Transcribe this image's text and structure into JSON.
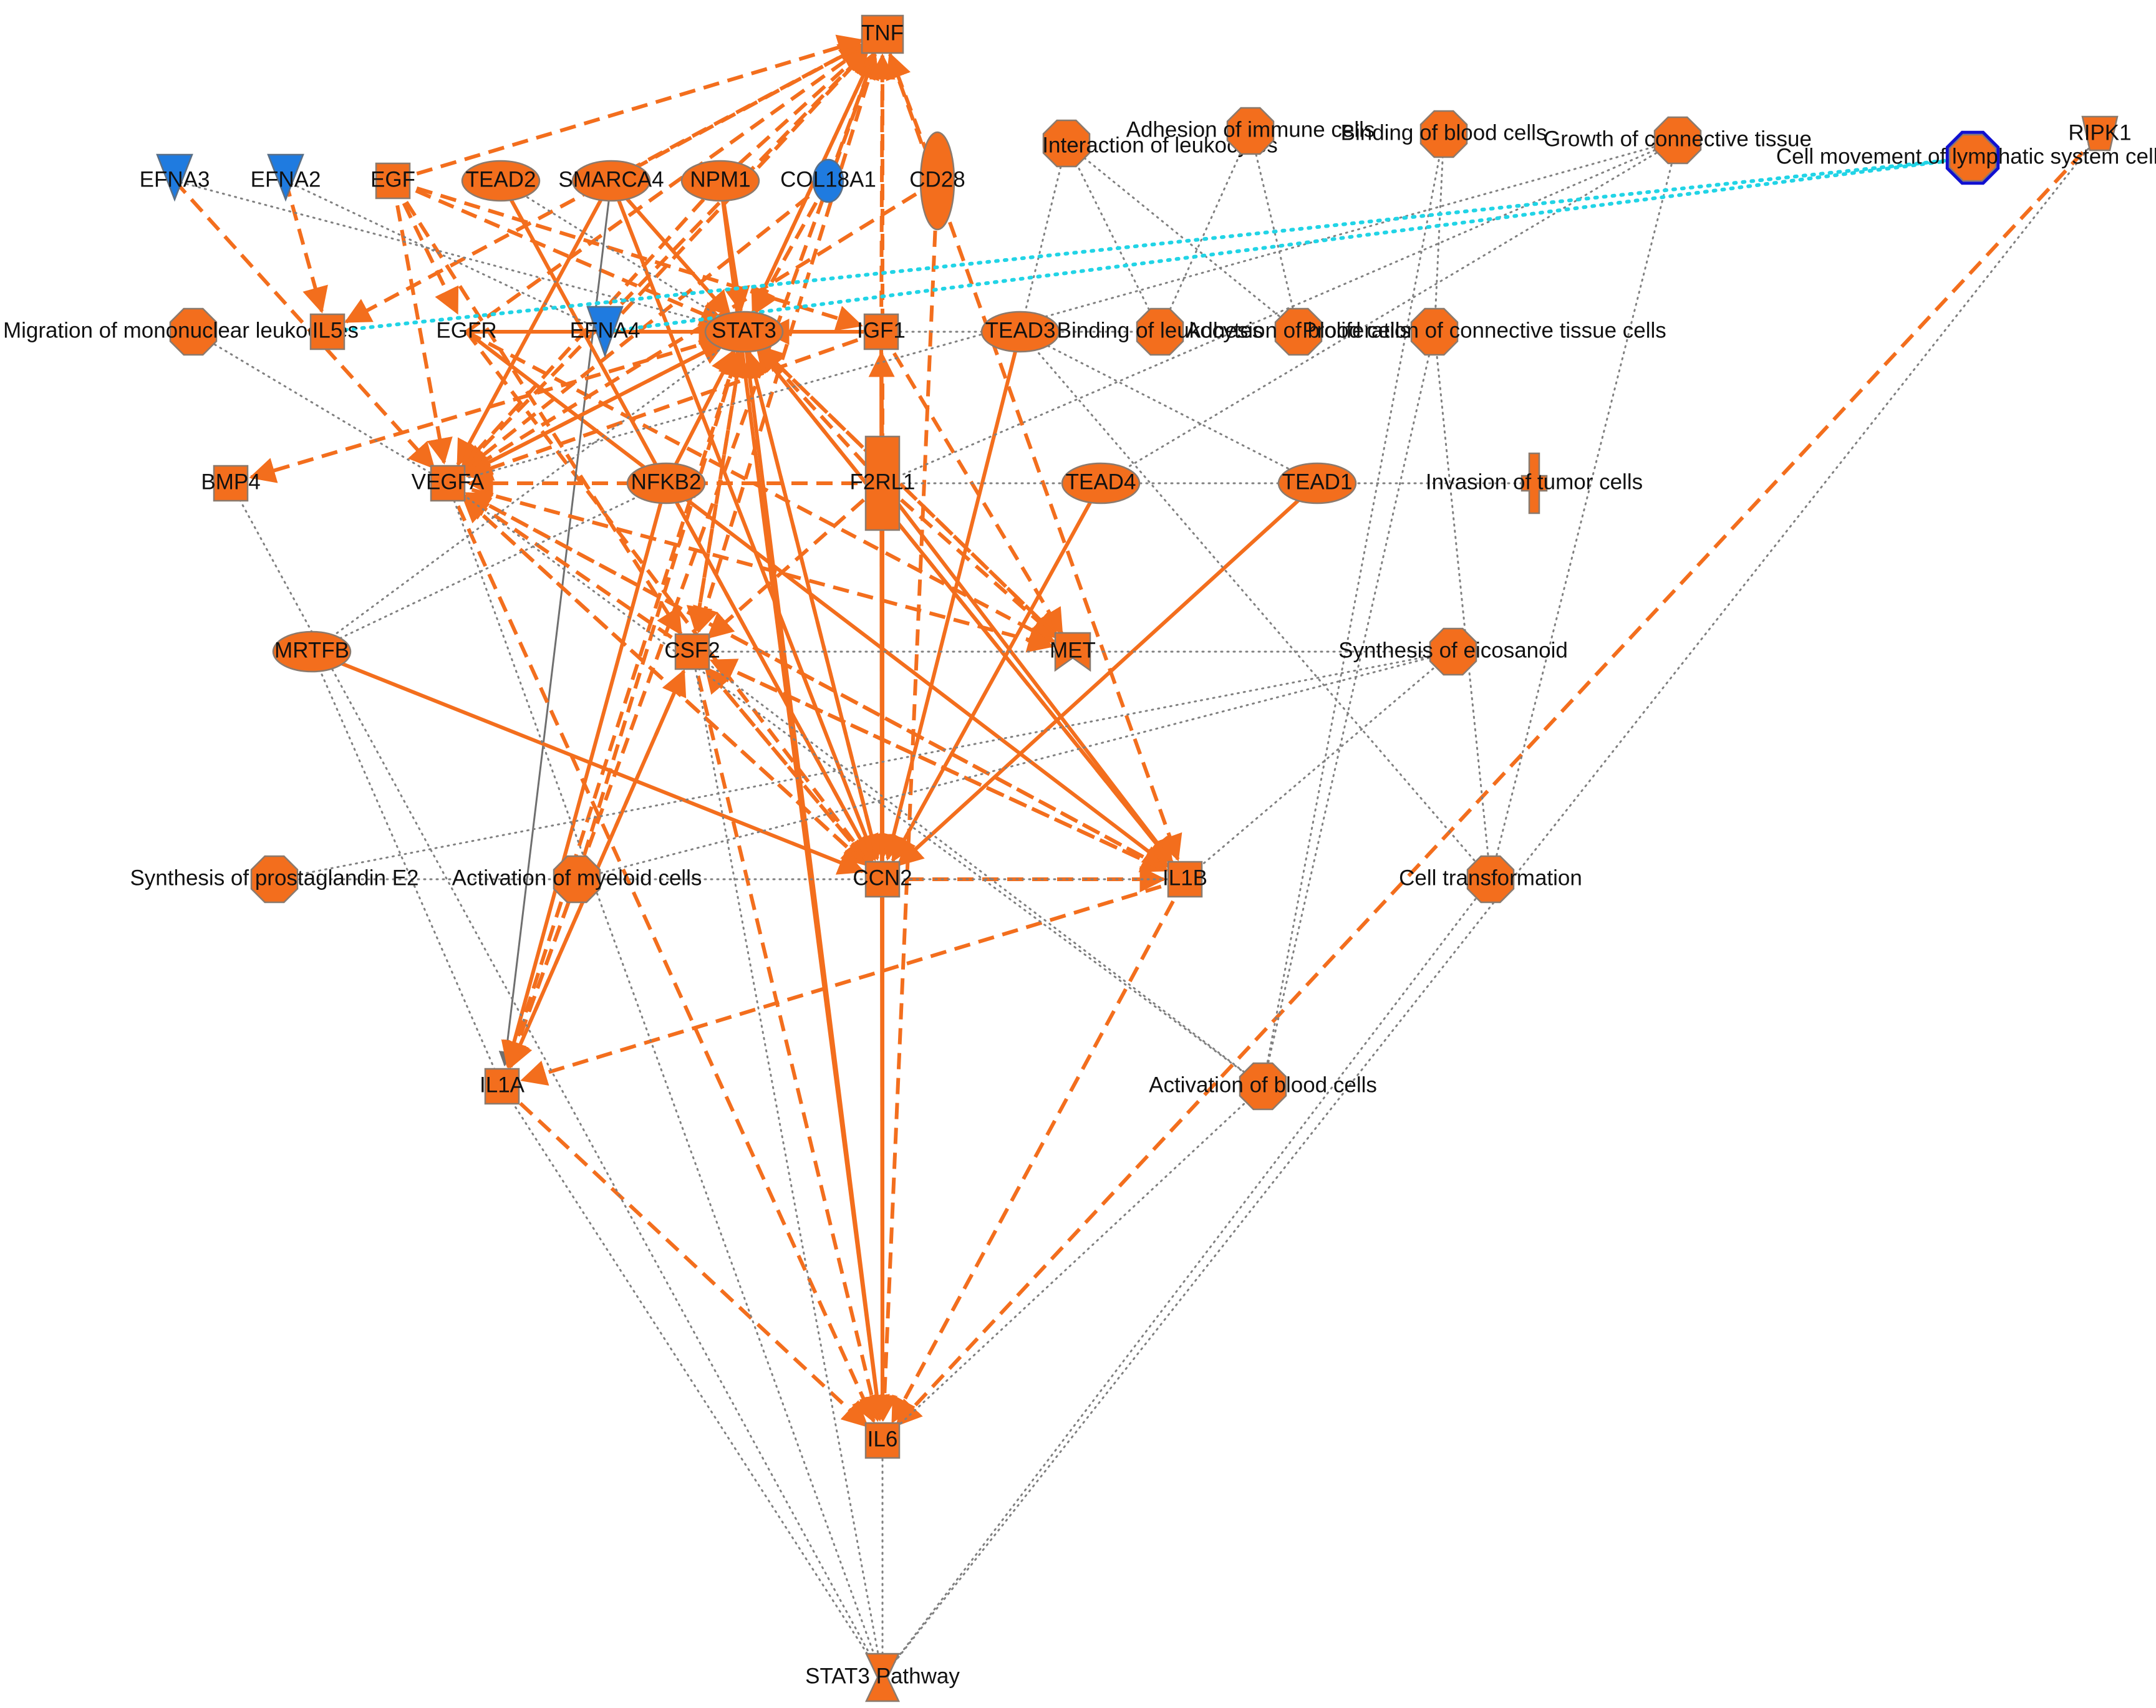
{
  "colors": {
    "node_up": "#F36E1D",
    "node_down": "#1F7BE0",
    "edge_activation": "#F36E1D",
    "edge_unknown": "#808080",
    "edge_predicted": "#21D4E6",
    "selected_outline": "#1010D0"
  },
  "nodes": [
    {
      "id": "TNF",
      "label": "TNF",
      "shape": "rectangle"
    },
    {
      "id": "EFNA3",
      "label": "EFNA3",
      "shape": "triangle-down"
    },
    {
      "id": "EFNA2",
      "label": "EFNA2",
      "shape": "triangle-down"
    },
    {
      "id": "EGF",
      "label": "EGF",
      "shape": "square"
    },
    {
      "id": "TEAD2",
      "label": "TEAD2",
      "shape": "ellipse"
    },
    {
      "id": "SMARCA4",
      "label": "SMARCA4",
      "shape": "ellipse"
    },
    {
      "id": "NPM1",
      "label": "NPM1",
      "shape": "ellipse"
    },
    {
      "id": "COL18A1",
      "label": "COL18A1",
      "shape": "circle-blue"
    },
    {
      "id": "CD28",
      "label": "CD28",
      "shape": "ellipse-tall"
    },
    {
      "id": "InteractionLeukocytes",
      "label": "Interaction of leukocytes",
      "shape": "octagon"
    },
    {
      "id": "AdhesionImmune",
      "label": "Adhesion of immune cells",
      "shape": "octagon"
    },
    {
      "id": "BindingBlood",
      "label": "Binding of blood cells",
      "shape": "octagon"
    },
    {
      "id": "GrowthConnective",
      "label": "Growth of connective tissue",
      "shape": "octagon"
    },
    {
      "id": "CellMovementLymph",
      "label": "Cell movement of lymphatic system cells",
      "shape": "octagon-selected"
    },
    {
      "id": "RIPK1",
      "label": "RIPK1",
      "shape": "trapezoid"
    },
    {
      "id": "MigrationMononuclear",
      "label": "Migration of mononuclear leukocytes",
      "shape": "octagon"
    },
    {
      "id": "IL5",
      "label": "IL5",
      "shape": "square"
    },
    {
      "id": "EGFR",
      "label": "EGFR",
      "shape": "none"
    },
    {
      "id": "EFNA4",
      "label": "EFNA4",
      "shape": "triangle-down"
    },
    {
      "id": "STAT3",
      "label": "STAT3",
      "shape": "ellipse"
    },
    {
      "id": "IGF1",
      "label": "IGF1",
      "shape": "square"
    },
    {
      "id": "TEAD3",
      "label": "TEAD3",
      "shape": "ellipse"
    },
    {
      "id": "BindingLeukocytes",
      "label": "Binding of leukocytes",
      "shape": "octagon"
    },
    {
      "id": "AdhesionBlood",
      "label": "Adhesion of blood cells",
      "shape": "octagon"
    },
    {
      "id": "ProlifConnective",
      "label": "Proliferation of connective tissue cells",
      "shape": "octagon"
    },
    {
      "id": "BMP4",
      "label": "BMP4",
      "shape": "square"
    },
    {
      "id": "VEGFA",
      "label": "VEGFA",
      "shape": "square"
    },
    {
      "id": "NFKB2",
      "label": "NFKB2",
      "shape": "ellipse"
    },
    {
      "id": "F2RL1",
      "label": "F2RL1",
      "shape": "tall-rect"
    },
    {
      "id": "TEAD4",
      "label": "TEAD4",
      "shape": "ellipse"
    },
    {
      "id": "TEAD1",
      "label": "TEAD1",
      "shape": "ellipse"
    },
    {
      "id": "InvasionTumor",
      "label": "Invasion of tumor cells",
      "shape": "cross"
    },
    {
      "id": "MRTFB",
      "label": "MRTFB",
      "shape": "ellipse"
    },
    {
      "id": "CSF2",
      "label": "CSF2",
      "shape": "square"
    },
    {
      "id": "MET",
      "label": "MET",
      "shape": "vshape"
    },
    {
      "id": "SynthEicosanoid",
      "label": "Synthesis of eicosanoid",
      "shape": "octagon"
    },
    {
      "id": "SynthPGE2",
      "label": "Synthesis of prostaglandin E2",
      "shape": "octagon"
    },
    {
      "id": "ActMyeloid",
      "label": "Activation of myeloid cells",
      "shape": "octagon"
    },
    {
      "id": "CCN2",
      "label": "CCN2",
      "shape": "square"
    },
    {
      "id": "IL1B",
      "label": "IL1B",
      "shape": "square"
    },
    {
      "id": "CellTransformation",
      "label": "Cell transformation",
      "shape": "octagon"
    },
    {
      "id": "IL1A",
      "label": "IL1A",
      "shape": "square"
    },
    {
      "id": "ActBlood",
      "label": "Activation of blood cells",
      "shape": "octagon"
    },
    {
      "id": "IL6",
      "label": "IL6",
      "shape": "square"
    },
    {
      "id": "STAT3Pathway",
      "label": "STAT3 Pathway",
      "shape": "hourglass"
    }
  ],
  "edges": [
    {
      "from": "EGF",
      "to": "TNF",
      "style": "dashed-arrow"
    },
    {
      "from": "SMARCA4",
      "to": "TNF",
      "style": "dashed-arrow"
    },
    {
      "from": "NPM1",
      "to": "TNF",
      "style": "dashed-arrow"
    },
    {
      "from": "COL18A1",
      "to": "TNF",
      "style": "dashed-arrow"
    },
    {
      "from": "EGFR",
      "to": "TNF",
      "style": "dashed-arrow"
    },
    {
      "from": "EFNA4",
      "to": "TNF",
      "style": "dashed-arrow"
    },
    {
      "from": "STAT3",
      "to": "TNF",
      "style": "dashed-arrow"
    },
    {
      "from": "IGF1",
      "to": "TNF",
      "style": "dashed-arrow"
    },
    {
      "from": "VEGFA",
      "to": "TNF",
      "style": "dashed-arrow"
    },
    {
      "from": "CD28",
      "to": "TNF",
      "style": "dashed-arrow"
    },
    {
      "from": "TNF",
      "to": "CSF2",
      "style": "dashed-arrow"
    },
    {
      "from": "TNF",
      "to": "IL1A",
      "style": "dashed-arrow"
    },
    {
      "from": "TNF",
      "to": "IL1B",
      "style": "dashed-arrow"
    },
    {
      "from": "TNF",
      "to": "IL6",
      "style": "dashed-arrow"
    },
    {
      "from": "TNF",
      "to": "CCN2",
      "style": "dashed-arrow"
    },
    {
      "from": "TNF",
      "to": "STAT3",
      "style": "dashed-arrow"
    },
    {
      "from": "TNF",
      "to": "IL5",
      "style": "dashed-arrow"
    },
    {
      "from": "EFNA3",
      "to": "VEGFA",
      "style": "dashed-arrow"
    },
    {
      "from": "EFNA2",
      "to": "IL5",
      "style": "dashed-arrow"
    },
    {
      "from": "EGF",
      "to": "STAT3",
      "style": "dashed-arrow"
    },
    {
      "from": "EGF",
      "to": "VEGFA",
      "style": "dashed-arrow"
    },
    {
      "from": "EGF",
      "to": "CSF2",
      "style": "dashed-arrow"
    },
    {
      "from": "EGF",
      "to": "IGF1",
      "style": "dashed-arrow"
    },
    {
      "from": "EGF",
      "to": "EGFR",
      "style": "dashed-arrow"
    },
    {
      "from": "EGFR",
      "to": "STAT3",
      "style": "solid-arrow"
    },
    {
      "from": "EGFR",
      "to": "CCN2",
      "style": "dashed-arrow"
    },
    {
      "from": "EGFR",
      "to": "MET",
      "style": "dashed-arrow"
    },
    {
      "from": "EGFR",
      "to": "IL1B",
      "style": "solid-arrow"
    },
    {
      "from": "EFNA4",
      "to": "STAT3",
      "style": "solid-arrow"
    },
    {
      "from": "SMARCA4",
      "to": "IL1A",
      "style": "gray-arrow"
    },
    {
      "from": "SMARCA4",
      "to": "STAT3",
      "style": "solid-arrow"
    },
    {
      "from": "SMARCA4",
      "to": "VEGFA",
      "style": "solid-arrow"
    },
    {
      "from": "SMARCA4",
      "to": "CCN2",
      "style": "solid-arrow"
    },
    {
      "from": "NPM1",
      "to": "STAT3",
      "style": "solid-arrow"
    },
    {
      "from": "NPM1",
      "to": "VEGFA",
      "style": "dashed-arrow"
    },
    {
      "from": "NPM1",
      "to": "IL6",
      "style": "solid-arrow"
    },
    {
      "from": "COL18A1",
      "to": "STAT3",
      "style": "dashed-arrow"
    },
    {
      "from": "COL18A1",
      "to": "VEGFA",
      "style": "dashed-arrow"
    },
    {
      "from": "CD28",
      "to": "IL6",
      "style": "dashed-arrow"
    },
    {
      "from": "CD28",
      "to": "VEGFA",
      "style": "dashed-arrow"
    },
    {
      "from": "STAT3",
      "to": "IL6",
      "style": "solid-arrow"
    },
    {
      "from": "STAT3",
      "to": "CCN2",
      "style": "solid-arrow"
    },
    {
      "from": "STAT3",
      "to": "IL1B",
      "style": "solid-arrow"
    },
    {
      "from": "STAT3",
      "to": "MET",
      "style": "dashed-arrow"
    },
    {
      "from": "STAT3",
      "to": "VEGFA",
      "style": "solid-arrow"
    },
    {
      "from": "STAT3",
      "to": "CSF2",
      "style": "dashed-arrow"
    },
    {
      "from": "STAT3",
      "to": "IL1A",
      "style": "dashed-arrow"
    },
    {
      "from": "STAT3",
      "to": "BMP4",
      "style": "dashed-arrow"
    },
    {
      "from": "IGF1",
      "to": "STAT3",
      "style": "solid-arrow"
    },
    {
      "from": "IGF1",
      "to": "IL6",
      "style": "solid-arrow"
    },
    {
      "from": "IGF1",
      "to": "VEGFA",
      "style": "dashed-arrow"
    },
    {
      "from": "IGF1",
      "to": "MET",
      "style": "dashed-arrow"
    },
    {
      "from": "TEAD3",
      "to": "CCN2",
      "style": "solid-arrow"
    },
    {
      "from": "TEAD2",
      "to": "CCN2",
      "style": "solid-arrow"
    },
    {
      "from": "TEAD4",
      "to": "CCN2",
      "style": "solid-arrow"
    },
    {
      "from": "TEAD1",
      "to": "CCN2",
      "style": "solid-arrow"
    },
    {
      "from": "MRTFB",
      "to": "CCN2",
      "style": "solid-arrow"
    },
    {
      "from": "F2RL1",
      "to": "IL6",
      "style": "solid-arrow"
    },
    {
      "from": "F2RL1",
      "to": "IL1B",
      "style": "solid-arrow"
    },
    {
      "from": "F2RL1",
      "to": "STAT3",
      "style": "dashed-arrow"
    },
    {
      "from": "F2RL1",
      "to": "CSF2",
      "style": "dashed-arrow"
    },
    {
      "from": "F2RL1",
      "to": "VEGFA",
      "style": "dashed-arrow"
    },
    {
      "from": "F2RL1",
      "to": "MET",
      "style": "dashed-arrow"
    },
    {
      "from": "F2RL1",
      "to": "IGF1",
      "style": "dashed-arrow"
    },
    {
      "from": "NFKB2",
      "to": "IL1A",
      "style": "solid-arrow"
    },
    {
      "from": "NFKB2",
      "to": "STAT3",
      "style": "solid-arrow"
    },
    {
      "from": "NFKB2",
      "to": "CCN2",
      "style": "dashed-arrow"
    },
    {
      "from": "VEGFA",
      "to": "CCN2",
      "style": "dashed-arrow"
    },
    {
      "from": "VEGFA",
      "to": "IL6",
      "style": "dashed-arrow"
    },
    {
      "from": "VEGFA",
      "to": "STAT3",
      "style": "dashed-arrow"
    },
    {
      "from": "VEGFA",
      "to": "MET",
      "style": "dashed-arrow"
    },
    {
      "from": "VEGFA",
      "to": "IL1B",
      "style": "dashed-arrow"
    },
    {
      "from": "CSF2",
      "to": "IL6",
      "style": "dashed-arrow"
    },
    {
      "from": "CSF2",
      "to": "IL1B",
      "style": "dashed-arrow"
    },
    {
      "from": "CSF2",
      "to": "IL1A",
      "style": "dashed-arrow"
    },
    {
      "from": "CSF2",
      "to": "STAT3",
      "style": "dashed-arrow"
    },
    {
      "from": "CSF2",
      "to": "CCN2",
      "style": "dashed-arrow"
    },
    {
      "from": "CSF2",
      "to": "VEGFA",
      "style": "dashed-arrow"
    },
    {
      "from": "CCN2",
      "to": "IL6",
      "style": "solid-arrow"
    },
    {
      "from": "CCN2",
      "to": "IL1B",
      "style": "dashed-arrow"
    },
    {
      "from": "CCN2",
      "to": "VEGFA",
      "style": "dashed-arrow"
    },
    {
      "from": "CCN2",
      "to": "STAT3",
      "style": "dashed-arrow"
    },
    {
      "from": "CCN2",
      "to": "CSF2",
      "style": "dashed-arrow"
    },
    {
      "from": "IL1B",
      "to": "IL6",
      "style": "dashed-arrow"
    },
    {
      "from": "IL1B",
      "to": "IL1A",
      "style": "dashed-arrow"
    },
    {
      "from": "IL1B",
      "to": "CSF2",
      "style": "dashed-arrow"
    },
    {
      "from": "IL1B",
      "to": "STAT3",
      "style": "dashed-arrow"
    },
    {
      "from": "IL1B",
      "to": "VEGFA",
      "style": "dashed-arrow"
    },
    {
      "from": "IL1A",
      "to": "IL6",
      "style": "dashed-arrow"
    },
    {
      "from": "IL1A",
      "to": "CSF2",
      "style": "dashed-arrow"
    },
    {
      "from": "MET",
      "to": "STAT3",
      "style": "dashed-arrow"
    },
    {
      "from": "RIPK1",
      "to": "IL6",
      "style": "dashed-arrow"
    },
    {
      "from": "ActMyeloid",
      "to": "STAT3",
      "style": "dashed-arrow"
    },
    {
      "from": "ActMyeloid",
      "to": "IL1A",
      "style": "dashed-arrow"
    },
    {
      "from": "IL6",
      "to": "STAT3Pathway",
      "style": "dotted"
    },
    {
      "from": "IL1A",
      "to": "STAT3Pathway",
      "style": "dotted"
    },
    {
      "from": "VEGFA",
      "to": "STAT3Pathway",
      "style": "dotted"
    },
    {
      "from": "BMP4",
      "to": "STAT3Pathway",
      "style": "dotted"
    },
    {
      "from": "CSF2",
      "to": "STAT3Pathway",
      "style": "dotted"
    },
    {
      "from": "CellTransformation",
      "to": "STAT3Pathway",
      "style": "dotted"
    },
    {
      "from": "RIPK1",
      "to": "STAT3Pathway",
      "style": "dotted"
    },
    {
      "from": "IL6",
      "to": "ActBlood",
      "style": "dotted"
    },
    {
      "from": "CSF2",
      "to": "ActBlood",
      "style": "dotted"
    },
    {
      "from": "VEGFA",
      "to": "ActBlood",
      "style": "dotted"
    },
    {
      "from": "ActBlood",
      "to": "BindingBlood",
      "style": "dotted"
    },
    {
      "from": "ActBlood",
      "to": "ProlifConnective",
      "style": "dotted"
    },
    {
      "from": "CellTransformation",
      "to": "TEAD3",
      "style": "dotted"
    },
    {
      "from": "CellTransformation",
      "to": "GrowthConnective",
      "style": "dotted"
    },
    {
      "from": "CellTransformation",
      "to": "ProlifConnective",
      "style": "dotted"
    },
    {
      "from": "IL1B",
      "to": "SynthEicosanoid",
      "style": "dotted"
    },
    {
      "from": "SynthEicosanoid",
      "to": "ActMyeloid",
      "style": "dotted"
    },
    {
      "from": "SynthEicosanoid",
      "to": "SynthPGE2",
      "style": "dotted"
    },
    {
      "from": "SynthEicosanoid",
      "to": "CSF2",
      "style": "dotted"
    },
    {
      "from": "MRTFB",
      "to": "NFKB2",
      "style": "dotted"
    },
    {
      "from": "MRTFB",
      "to": "STAT3",
      "style": "dotted"
    },
    {
      "from": "MRTFB",
      "to": "IL1A",
      "style": "dotted"
    },
    {
      "from": "MigrationMononuclear",
      "to": "VEGFA",
      "style": "dotted"
    },
    {
      "from": "EFNA3",
      "to": "STAT3",
      "style": "dotted"
    },
    {
      "from": "EFNA2",
      "to": "EFNA4",
      "style": "dotted"
    },
    {
      "from": "TEAD2",
      "to": "STAT3",
      "style": "dotted"
    },
    {
      "from": "TEAD3",
      "to": "TEAD1",
      "style": "dotted"
    },
    {
      "from": "TEAD3",
      "to": "InteractionLeukocytes",
      "style": "dotted"
    },
    {
      "from": "IGF1",
      "to": "BindingLeukocytes",
      "style": "dotted"
    },
    {
      "from": "BindingLeukocytes",
      "to": "InteractionLeukocytes",
      "style": "dotted"
    },
    {
      "from": "AdhesionBlood",
      "to": "AdhesionImmune",
      "style": "dotted"
    },
    {
      "from": "AdhesionBlood",
      "to": "InteractionLeukocytes",
      "style": "dotted"
    },
    {
      "from": "ProlifConnective",
      "to": "BindingBlood",
      "style": "dotted"
    },
    {
      "from": "BindingLeukocytes",
      "to": "AdhesionImmune",
      "style": "dotted"
    },
    {
      "from": "GrowthConnective",
      "to": "VEGFA",
      "style": "dotted"
    },
    {
      "from": "GrowthConnective",
      "to": "F2RL1",
      "style": "dotted"
    },
    {
      "from": "GrowthConnective",
      "to": "TEAD4",
      "style": "dotted"
    },
    {
      "from": "InvasionTumor",
      "to": "F2RL1",
      "style": "dotted"
    },
    {
      "from": "SynthPGE2",
      "to": "IL1B",
      "style": "dotted"
    },
    {
      "from": "EFNA4",
      "to": "CellMovementLymph",
      "style": "predicted"
    },
    {
      "from": "IL5",
      "to": "CellMovementLymph",
      "style": "predicted"
    }
  ]
}
